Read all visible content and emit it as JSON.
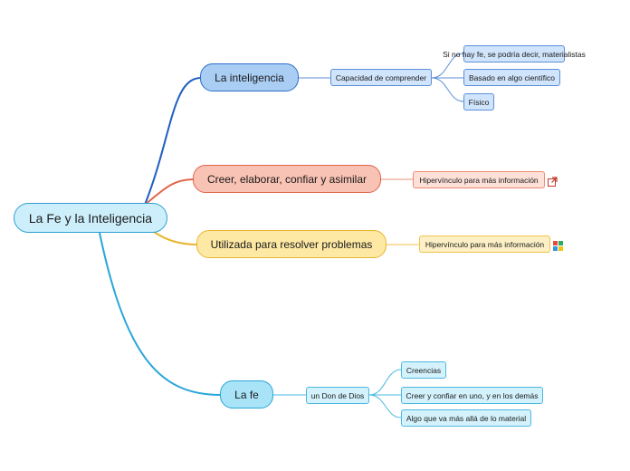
{
  "root": "La Fe y la Inteligencia",
  "branches": {
    "inteligencia": {
      "label": "La inteligencia",
      "child": "Capacidad de comprender",
      "leaves": [
        "Si no hay fe, se podría decir, materialistas",
        "Basado en algo científico",
        "Físico"
      ]
    },
    "creer": {
      "label": "Creer, elaborar, confiar y asimilar",
      "child": "Hipervínculo para más información"
    },
    "utilizada": {
      "label": "Utilizada para resolver problemas",
      "child": "Hipervínculo para más información"
    },
    "fe": {
      "label": "La fe",
      "child": "un Don de Dios",
      "leaves": [
        "Creencias",
        "Creer y confiar en uno, y en los demás",
        "Algo que va más allá de lo material"
      ]
    }
  },
  "icons": [
    "external-link-icon",
    "grid-app-icon"
  ],
  "colors": {
    "blue": "#2e6fc8",
    "red": "#e0674a",
    "yellow": "#e9b630",
    "cyan": "#29a6d9"
  }
}
